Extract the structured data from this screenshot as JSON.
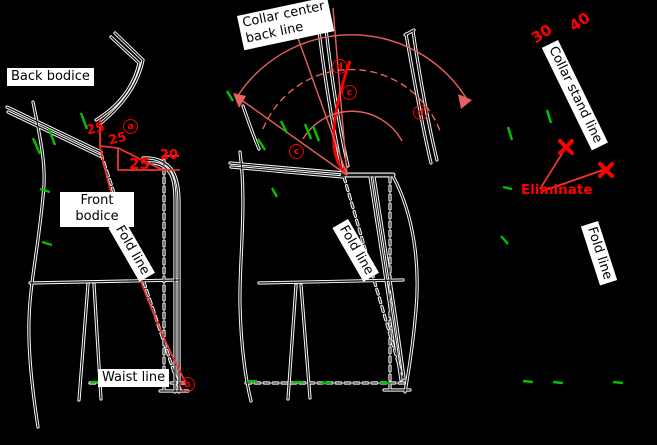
{
  "colors": {
    "background": "#000000",
    "pattern_line": "#161616",
    "halo": "#ffffff",
    "red_accent": "#ff0000",
    "construction_pink": "#e86060",
    "notch_green": "#00c300",
    "label_bg": "#ffffff",
    "label_text": "#000000"
  },
  "labels": {
    "back_bodice": "Back bodice",
    "front_bodice": "Front bodice",
    "fold_line_left": "Fold line",
    "fold_line_middle": "Fold line",
    "fold_line_right": "Fold line",
    "waist_line": "Waist line",
    "collar_center_line1": "Collar center",
    "collar_center_line2": "back line",
    "collar_stand_line": "Collar stand line",
    "eliminate": "Eliminate"
  },
  "measurements": {
    "neck_back": "25",
    "shoulder": "25",
    "front": "25",
    "front_neck": "20",
    "collar_30": "30",
    "collar_40": "40"
  },
  "points": {
    "a": "a",
    "b": "b",
    "c_upper": "c",
    "c_lower": "c",
    "d_upper": "d",
    "d_right": "d"
  }
}
